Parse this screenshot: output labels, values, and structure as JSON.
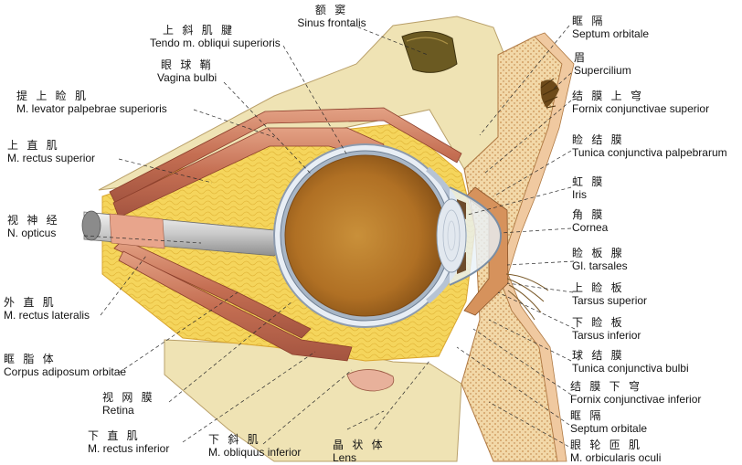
{
  "colors": {
    "fat": "#f4d35a",
    "bone": "#efe3b4",
    "muscle": "#c87c5e",
    "skin": "#f0c9a0",
    "vitreous": "#b77a2c",
    "sclera": "#d8e0ea",
    "leader": "#2a2a2a"
  },
  "labels": {
    "sinus_frontalis": {
      "zh": "额 窦",
      "la": "Sinus frontalis"
    },
    "tendo_obliqui": {
      "zh": "上 斜 肌 腱",
      "la": "Tendo m. obliqui superioris"
    },
    "vagina_bulbi": {
      "zh": "眼 球 鞘",
      "la": "Vagina bulbi"
    },
    "levator": {
      "zh": "提 上 睑 肌",
      "la": "M. levator palpebrae superioris"
    },
    "rectus_superior": {
      "zh": "上 直 肌",
      "la": "M. rectus superior"
    },
    "n_opticus": {
      "zh": "视 神 经",
      "la": "N. opticus"
    },
    "rectus_lateralis": {
      "zh": "外 直 肌",
      "la": "M. rectus lateralis"
    },
    "corpus_adiposum": {
      "zh": "眶 脂 体",
      "la": "Corpus adiposum orbitae"
    },
    "retina": {
      "zh": "视 网 膜",
      "la": "Retina"
    },
    "rectus_inferior": {
      "zh": "下 直 肌",
      "la": "M. rectus inferior"
    },
    "obliquus_inferior": {
      "zh": "下 斜 肌",
      "la": "M. obliquus inferior"
    },
    "lens": {
      "zh": "晶 状 体",
      "la": "Lens"
    },
    "septum_orbitale_sup": {
      "zh": "眶 隔",
      "la": "Septum orbitale"
    },
    "supercilium": {
      "zh": "眉",
      "la": "Supercilium"
    },
    "fornix_superior": {
      "zh": "结 膜 上 穹",
      "la": "Fornix conjunctivae superior"
    },
    "tunica_palpebrarum": {
      "zh": "睑 结 膜",
      "la": "Tunica conjunctiva palpebrarum"
    },
    "iris": {
      "zh": "虹 膜",
      "la": "Iris"
    },
    "cornea": {
      "zh": "角 膜",
      "la": "Cornea"
    },
    "gl_tarsales": {
      "zh": "睑 板 腺",
      "la": "Gl. tarsales"
    },
    "tarsus_superior": {
      "zh": "上 睑 板",
      "la": "Tarsus  superior"
    },
    "tarsus_inferior": {
      "zh": "下 睑 板",
      "la": "Tarsus  inferior"
    },
    "tunica_bulbi": {
      "zh": "球 结 膜",
      "la": "Tunica conjunctiva bulbi"
    },
    "fornix_inferior": {
      "zh": "结 膜 下 穹",
      "la": "Fornix conjunctivae inferior"
    },
    "septum_orbitale_inf": {
      "zh": "眶 隔",
      "la": "Septum orbitale"
    },
    "orbicularis": {
      "zh": "眼 轮 匝 肌",
      "la": "M. orbicularis oculi"
    }
  }
}
